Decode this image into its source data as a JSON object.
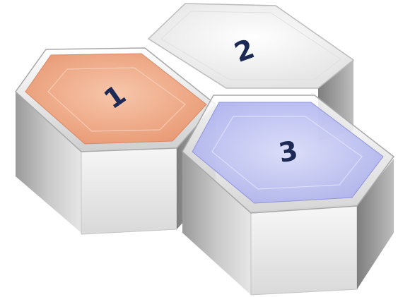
{
  "diagram": {
    "hexagons": [
      {
        "label": "1",
        "color": "#f0a987"
      },
      {
        "label": "2",
        "color": "#f2f2f2"
      },
      {
        "label": "3",
        "color": "#aeb3ee"
      }
    ]
  }
}
